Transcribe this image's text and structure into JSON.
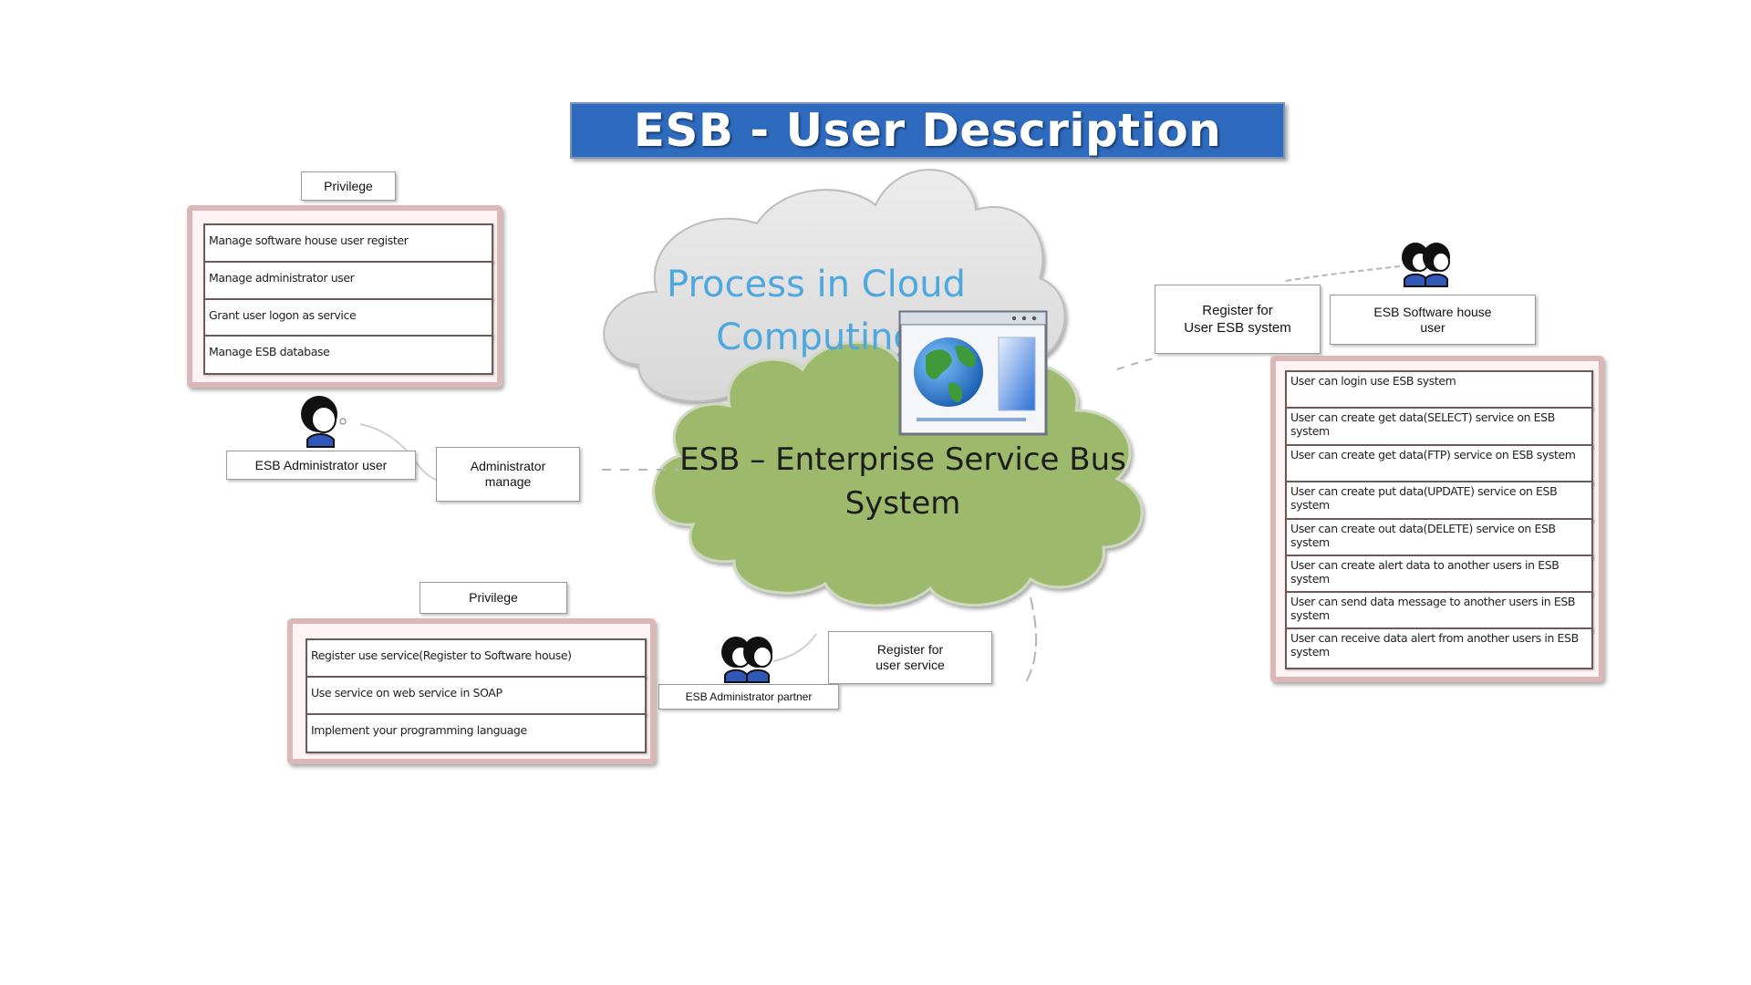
{
  "title": "ESB - User Description",
  "cloud": {
    "background_lines": [
      "Process in Cloud",
      "Computing"
    ],
    "main_lines": [
      "ESB – Enterprise Service Bus",
      "System"
    ]
  },
  "admin": {
    "privilege_label": "Privilege",
    "items": [
      "Manage software house user register",
      "Manage administrator user",
      "Grant user logon as service",
      "Manage ESB database"
    ],
    "role_label": "ESB Administrator user",
    "action_label": "Administrator\nmanage"
  },
  "partner": {
    "privilege_label": "Privilege",
    "items": [
      "Register use service(Register to Software house)",
      "Use service on web service in SOAP",
      "Implement your programming language"
    ],
    "role_label": "ESB Administrator partner",
    "action_label": "Register for\nuser service"
  },
  "software_house": {
    "action_label": "Register for\nUser ESB system",
    "role_label": "ESB Software house\nuser",
    "items": [
      "User can login use ESB system",
      "User can create get data(SELECT) service on ESB system",
      "User can create get data(FTP) service on ESB system",
      "User can create put data(UPDATE) service on ESB system",
      "User can create out data(DELETE) service on ESB system",
      "User can create alert data to another users in ESB system",
      "User can send data message to another users in ESB system",
      "User can receive data alert from another users in ESB system"
    ]
  },
  "colors": {
    "banner": "#2e6bbf",
    "green_cloud": "#9dba6c",
    "gray_cloud": "#e3e3e3",
    "panel_border": "#dcb7b7",
    "cloud_text": "#4ea8e0"
  },
  "icons": [
    "user-avatar-icon",
    "browser-globe-icon"
  ]
}
